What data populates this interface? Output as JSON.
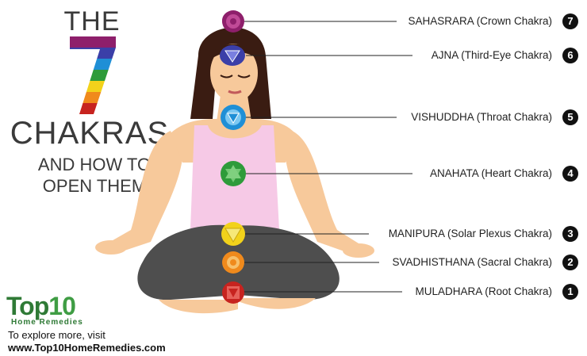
{
  "title": {
    "the": "THE",
    "seven": "7",
    "chakras": "CHAKRAS",
    "subtitle_line1": "AND HOW TO",
    "subtitle_line2": "OPEN THEM"
  },
  "chakras": [
    {
      "number": "7",
      "label": "SAHASRARA (Crown Chakra)",
      "color": "#8e1f6b"
    },
    {
      "number": "6",
      "label": "AJNA (Third-Eye Chakra)",
      "color": "#3b3fa8"
    },
    {
      "number": "5",
      "label": "VISHUDDHA (Throat Chakra)",
      "color": "#1f8fd6"
    },
    {
      "number": "4",
      "label": "ANAHATA (Heart Chakra)",
      "color": "#2e9b3a"
    },
    {
      "number": "3",
      "label": "MANIPURA (Solar Plexus Chakra)",
      "color": "#f2d21b"
    },
    {
      "number": "2",
      "label": "SVADHISTHANA (Sacral Chakra)",
      "color": "#f08a1c"
    },
    {
      "number": "1",
      "label": "MULADHARA (Root Chakra)",
      "color": "#c7231f"
    }
  ],
  "brand": {
    "top": "Top",
    "ten": "10",
    "home_remedies": "Home Remedies",
    "explore": "To explore more, visit",
    "url": "www.Top10HomeRemedies.com"
  },
  "colors": {
    "skin": "#f7c99b",
    "hair": "#3a1c12",
    "top": "#f6c9e6",
    "pants": "#4e4e4e",
    "text": "#3a3a3a",
    "brand_green": "#2f7a36"
  }
}
